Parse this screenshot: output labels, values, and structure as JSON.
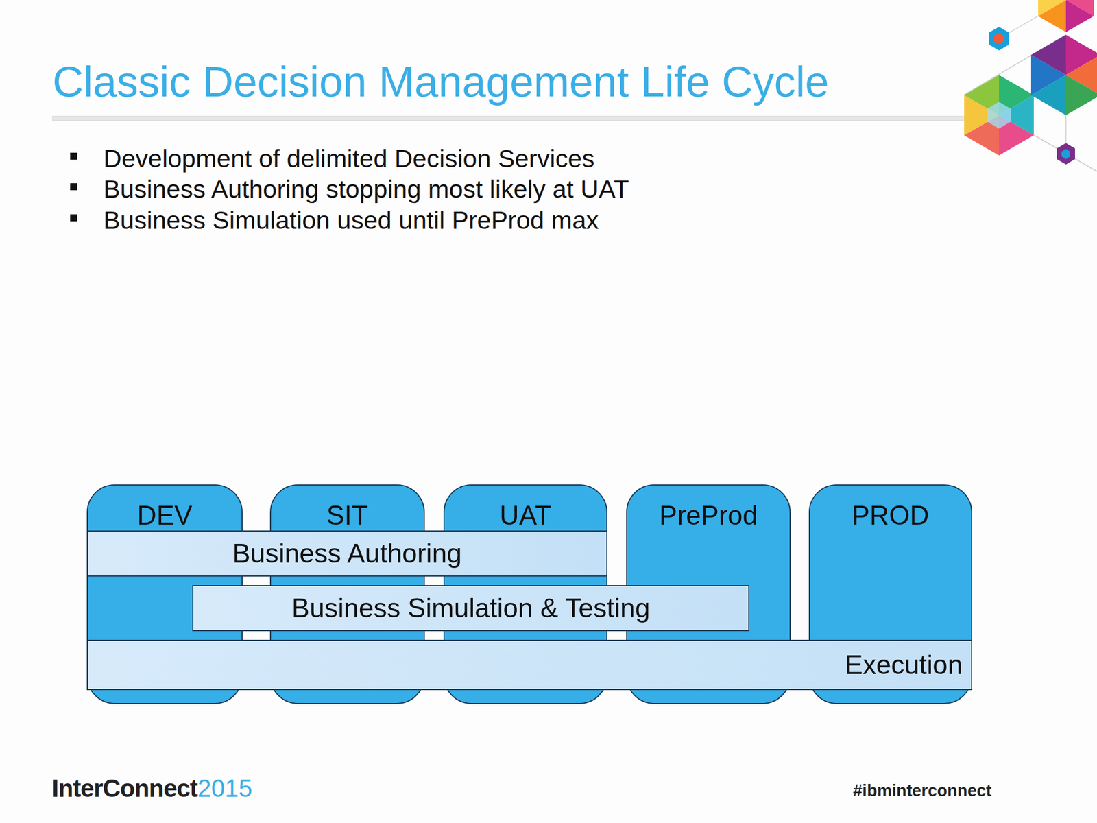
{
  "diagram": {
    "title": "Classic Decision Management Life Cycle",
    "nodes": [
      {
        "text": [
          "DEV"
        ]
      },
      {
        "text": [
          "SIT"
        ]
      },
      {
        "text": [
          "UAT"
        ]
      },
      {
        "text": [
          "PreProd"
        ]
      },
      {
        "text": [
          "PROD"
        ]
      },
      {
        "text": [
          "Business Authoring"
        ]
      },
      {
        "text": [
          "Business Simulation & Testing"
        ]
      },
      {
        "text": [
          "Execution"
        ]
      }
    ],
    "labels": [
      "Development of delimited Decision Services",
      "Business Authoring stopping most likely at UAT",
      "Business Simulation used until PreProd max",
      "InterConnect",
      "2015",
      "#ibminterconnect"
    ]
  }
}
